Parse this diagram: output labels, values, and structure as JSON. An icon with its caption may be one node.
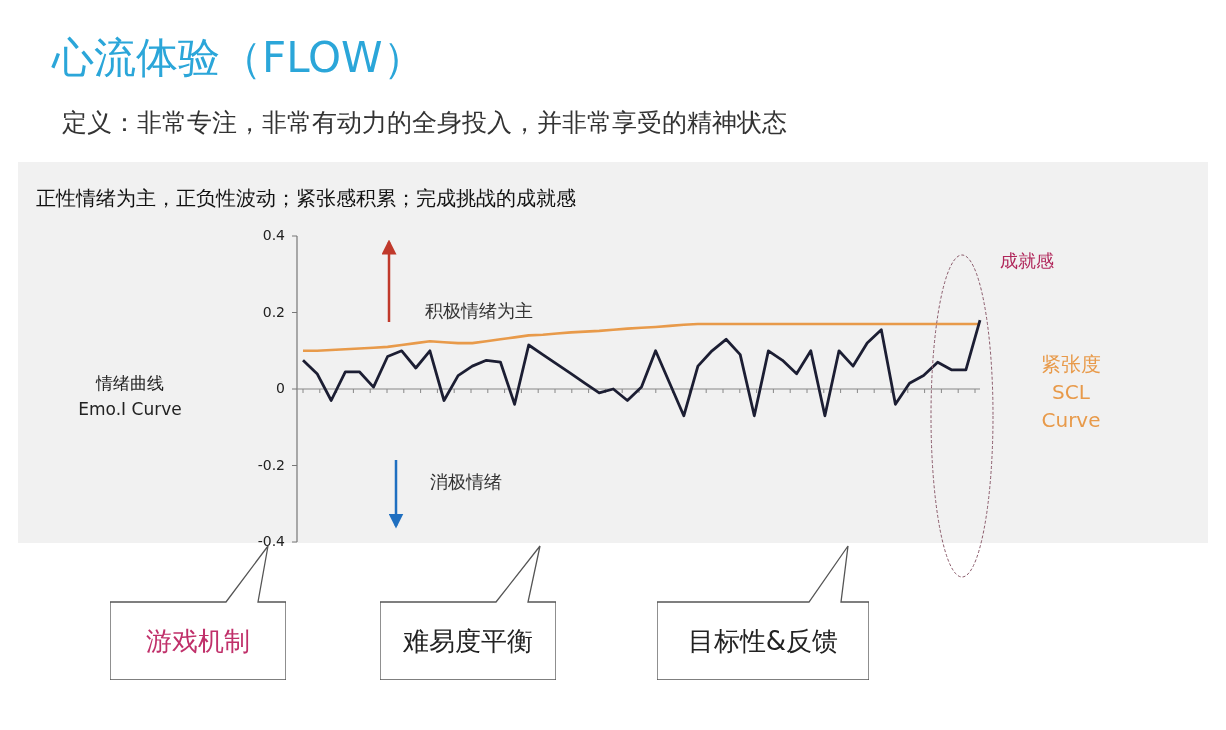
{
  "diagram": {
    "title": "心流体验（FLOW）",
    "nodes": [
      {
        "text": [
          "游戏机制"
        ]
      },
      {
        "text": [
          "难易度平衡"
        ]
      },
      {
        "text": [
          "目标性&反馈"
        ]
      }
    ],
    "labels": [
      "定义：非常专注，非常有动力的全身投入，并非常享受的精神状态",
      "正性情绪为主，正负性波动；紧张感积累；完成挑战的成就感",
      "积极情绪为主",
      "消极情绪",
      "成就感"
    ],
    "chart_data": {
      "type": "line",
      "ylabel": "情绪曲线 Emo.I Curve",
      "ylim": [
        -0.4,
        0.4
      ],
      "yticks": [
        -0.4,
        -0.2,
        0,
        0.2,
        0.4
      ],
      "series": [
        {
          "name": "紧张度 SCL Curve",
          "color": "#e89a4a",
          "values": [
            0.1,
            0.1,
            0.102,
            0.104,
            0.106,
            0.108,
            0.11,
            0.115,
            0.12,
            0.125,
            0.122,
            0.12,
            0.12,
            0.125,
            0.13,
            0.135,
            0.14,
            0.142,
            0.145,
            0.148,
            0.15,
            0.152,
            0.155,
            0.158,
            0.16,
            0.162,
            0.165,
            0.168,
            0.17,
            0.17,
            0.17,
            0.17,
            0.17,
            0.17,
            0.17,
            0.17,
            0.17,
            0.17,
            0.17,
            0.17,
            0.17,
            0.17,
            0.17,
            0.17,
            0.17,
            0.17,
            0.17,
            0.17,
            0.17
          ]
        },
        {
          "color": "#1c1e33",
          "values": [
            0.075,
            0.04,
            -0.03,
            0.045,
            0.045,
            0.005,
            0.085,
            0.1,
            0.055,
            0.1,
            -0.03,
            0.035,
            0.06,
            0.075,
            0.07,
            -0.04,
            0.115,
            0.09,
            0.065,
            0.04,
            0.015,
            -0.01,
            0,
            -0.03,
            0.005,
            0.1,
            0.015,
            -0.07,
            0.06,
            0.1,
            0.13,
            0.09,
            -0.07,
            0.1,
            0.075,
            0.04,
            0.1,
            -0.07,
            0.1,
            0.06,
            0.12,
            0.155,
            -0.04,
            0.015,
            0.035,
            0.07,
            0.05,
            0.05,
            0.18
          ]
        }
      ]
    }
  }
}
